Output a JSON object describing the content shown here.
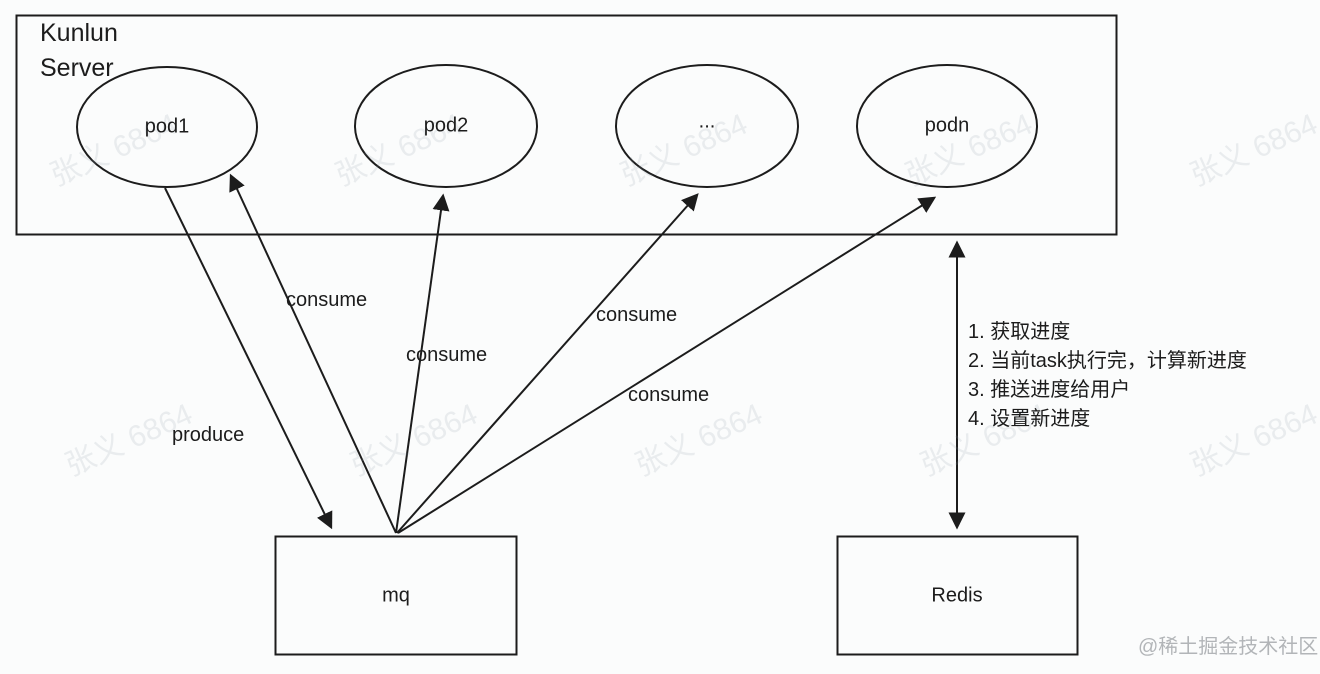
{
  "diagram": {
    "server_box": {
      "label_line1": "Kunlun",
      "label_line2": "Server"
    },
    "nodes": {
      "pod1": "pod1",
      "pod2": "pod2",
      "pod_ellipsis": "...",
      "podn": "podn",
      "mq": "mq",
      "redis": "Redis"
    },
    "edge_labels": {
      "produce": "produce",
      "consume_pod1": "consume",
      "consume_pod2": "consume",
      "consume_ellipsis": "consume",
      "consume_podn": "consume"
    },
    "redis_steps": [
      "1. 获取进度",
      "2. 当前task执行完，计算新进度",
      "3. 推送进度给用户",
      "4. 设置新进度"
    ]
  },
  "watermark": {
    "text": "张义 6864"
  },
  "credit": {
    "text": "@稀土掘金技术社区"
  },
  "colors": {
    "line": "#1c1c1c",
    "background": "#fbfcfc",
    "watermark": "#919eaa",
    "credit": "#b2b5b8"
  }
}
